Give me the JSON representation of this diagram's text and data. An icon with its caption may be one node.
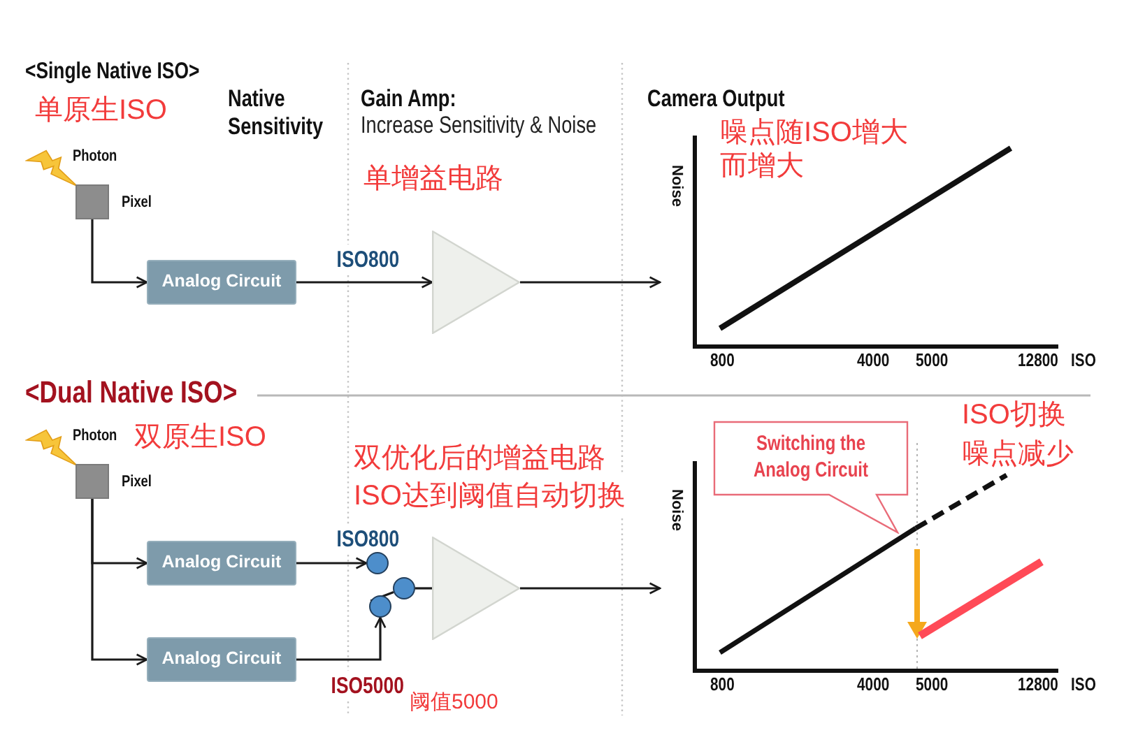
{
  "diagram": {
    "nodes": [
      {
        "text": [],
        "shape": "box",
        "beside": [
          "Pixel"
        ]
      },
      {
        "text": [
          "Analog Circuit"
        ]
      },
      {
        "text": [],
        "shape": "triangle",
        "beside": [
          "单增益电路"
        ]
      },
      {
        "text": [],
        "shape": "chart",
        "beside": [
          "Noise",
          "800",
          "4000",
          "5000",
          "12800",
          "ISO"
        ]
      },
      {
        "text": [],
        "shape": "box",
        "beside": [
          "Pixel"
        ]
      },
      {
        "text": [
          "Analog Circuit"
        ]
      },
      {
        "text": [
          "Analog Circuit"
        ]
      },
      {
        "text": [],
        "shape": "circle"
      },
      {
        "text": [],
        "shape": "circle"
      },
      {
        "text": [],
        "shape": "circle"
      },
      {
        "text": [],
        "shape": "triangle"
      },
      {
        "text": [],
        "shape": "chart",
        "beside": [
          "Noise",
          "800",
          "4000",
          "5000",
          "12800",
          "ISO"
        ]
      },
      {
        "text": [
          "Switching the Analog Circuit"
        ]
      }
    ],
    "edges": [
      {
        "from": 0,
        "to": 1,
        "arrow": "to"
      },
      {
        "from": 1,
        "to": 2,
        "arrow": "to",
        "label": "ISO800"
      },
      {
        "from": 2,
        "to": 3,
        "arrow": "to"
      },
      {
        "from": 4,
        "to": 5,
        "arrow": "to"
      },
      {
        "from": 4,
        "to": 6,
        "arrow": "to"
      },
      {
        "from": 5,
        "to": 7,
        "arrow": "to",
        "label": "ISO800"
      },
      {
        "from": 6,
        "to": 8,
        "arrow": "to",
        "label": "ISO5000"
      },
      {
        "from": 8,
        "to": 9,
        "arrow": "none"
      },
      {
        "from": 9,
        "to": 10,
        "arrow": "none"
      },
      {
        "from": 10,
        "to": 11,
        "arrow": "to"
      }
    ],
    "labels": [
      "<Single Native ISO>",
      "单原生ISO",
      "Native Sensitivity",
      "Gain Amp:",
      "Camera Output",
      "Increase Sensitivity & Noise",
      "噪点随ISO增大而增大",
      "Photon",
      "<Dual Native ISO>",
      "Photon",
      "双原生ISO",
      "ISO切换",
      "双优化后的增益电路",
      "噪点减少",
      "ISO达到阈值自动切换",
      "阈值5000"
    ]
  }
}
